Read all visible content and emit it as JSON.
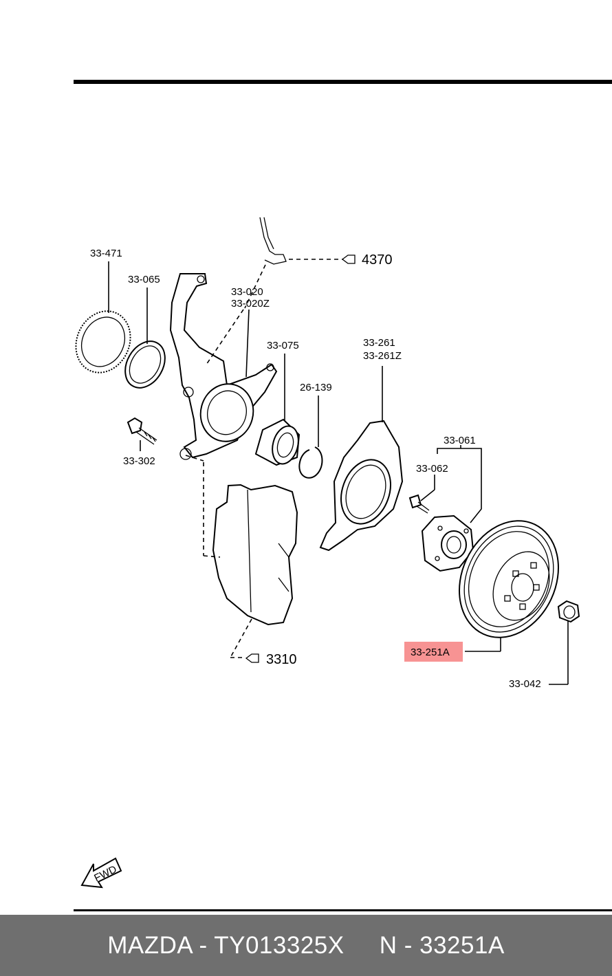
{
  "labels": {
    "p33471": "33-471",
    "p33065": "33-065",
    "p33020": "33-020",
    "p33020z": "33-020Z",
    "p4370": "4370",
    "p33075": "33-075",
    "p26139": "26-139",
    "p33261": "33-261",
    "p33261z": "33-261Z",
    "p33302": "33-302",
    "p33061": "33-061",
    "p33062": "33-062",
    "p3310": "3310",
    "p33251a": "33-251A",
    "p33042": "33-042",
    "fwd": "FWD"
  },
  "highlight": {
    "part": "33-251A",
    "color": "#f79393"
  },
  "footer": {
    "brand_part": "MAZDA - TY013325X",
    "ref": "N - 33251A"
  }
}
